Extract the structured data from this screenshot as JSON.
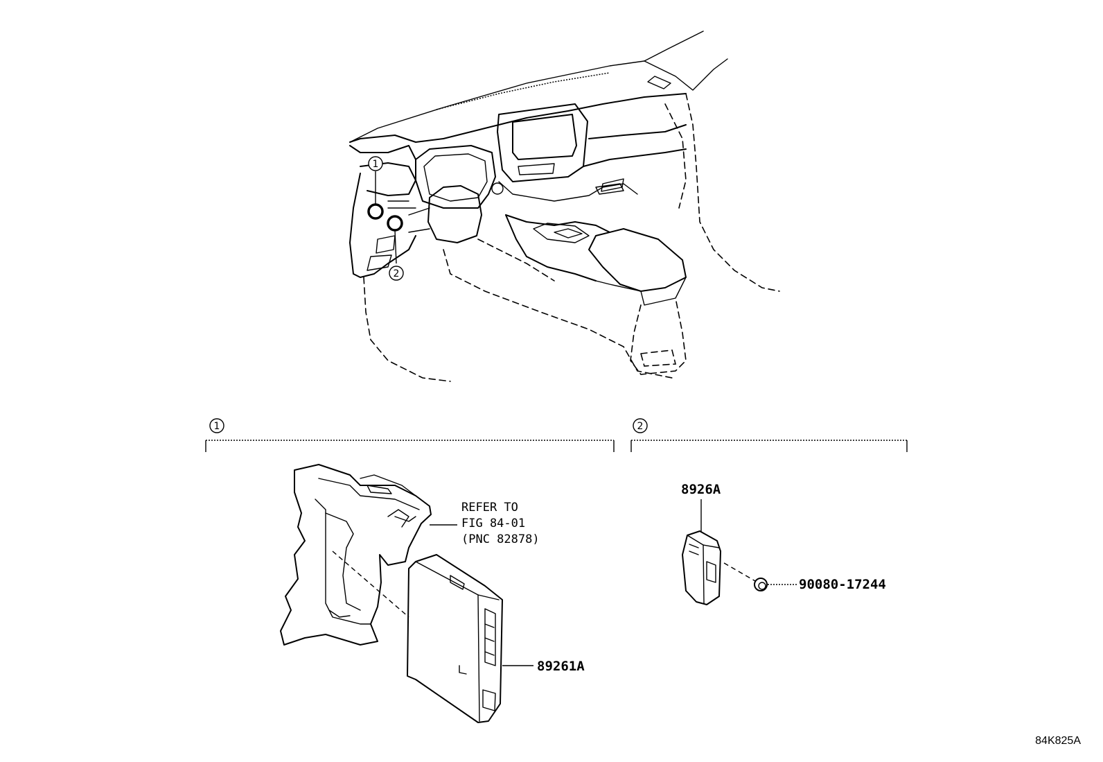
{
  "callouts": {
    "c1": "1",
    "c2": "2"
  },
  "groups": [
    {
      "number": "1"
    },
    {
      "number": "2"
    }
  ],
  "parts": {
    "bracket_note_line1": "REFER TO",
    "bracket_note_line2": "FIG 84-01",
    "bracket_note_line3": "(PNC 82878)",
    "ecu_main": "89261A",
    "receiver": "8926A",
    "screw": "90080-17244"
  },
  "figure_id": "84K825A"
}
